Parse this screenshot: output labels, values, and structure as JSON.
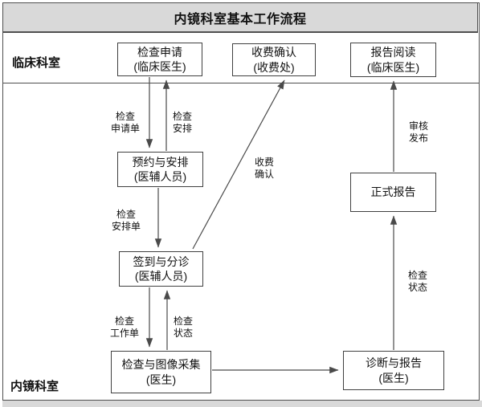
{
  "title": "内镜科室基本工作流程",
  "lanes": [
    {
      "label": "临床科室"
    },
    {
      "label": "内镜科室"
    }
  ],
  "nodes": [
    {
      "id": "apply",
      "line1": "检查申请",
      "line2": "(临床医生)"
    },
    {
      "id": "charge",
      "line1": "收费确认",
      "line2": "(收费处)"
    },
    {
      "id": "read",
      "line1": "报告阅读",
      "line2": "(临床医生)"
    },
    {
      "id": "schedule",
      "line1": "预约与安排",
      "line2": "(医辅人员)"
    },
    {
      "id": "checkin",
      "line1": "签到与分诊",
      "line2": "(医辅人员)"
    },
    {
      "id": "capture",
      "line1": "检查与图像采集",
      "line2": "(医生)"
    },
    {
      "id": "diagnose",
      "line1": "诊断与报告",
      "line2": "(医生)"
    },
    {
      "id": "report",
      "line1": "正式报告"
    }
  ],
  "edge_labels": [
    {
      "id": "apply-form",
      "line1": "检查",
      "line2": "申请单"
    },
    {
      "id": "arrange",
      "line1": "检查",
      "line2": "安排"
    },
    {
      "id": "arrange-form",
      "line1": "检查",
      "line2": "安排单"
    },
    {
      "id": "charge-confirm",
      "line1": "收费",
      "line2": "确认"
    },
    {
      "id": "worklist",
      "line1": "检查",
      "line2": "工作单"
    },
    {
      "id": "status-1",
      "line1": "检查",
      "line2": "状态"
    },
    {
      "id": "status-2",
      "line1": "检查",
      "line2": "状态"
    },
    {
      "id": "review-publish",
      "line1": "审核",
      "line2": "发布"
    }
  ],
  "colors": {
    "band_gray": "#d9d9d9",
    "line_gray": "#4f4f4f",
    "text": "#111111"
  }
}
